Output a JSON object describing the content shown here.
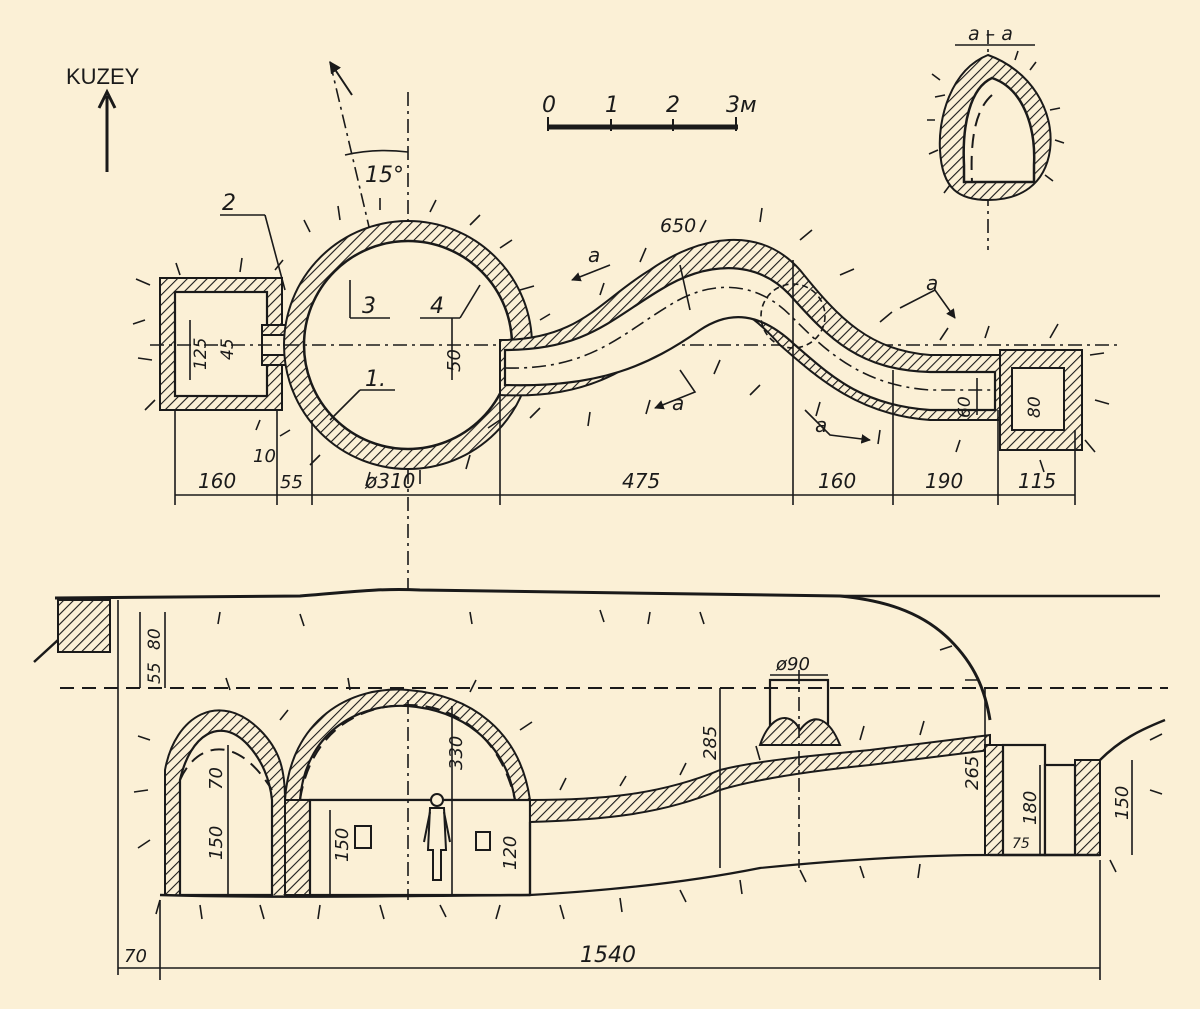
{
  "north_label": "KUZEY",
  "scale": {
    "ticks": [
      "0",
      "1",
      "2",
      "3м"
    ]
  },
  "section_label": "a – a",
  "plan_callouts": [
    "1.",
    "2",
    "3",
    "4",
    "a",
    "a",
    "a",
    "a"
  ],
  "plan_inner_dims": {
    "room_w": "125",
    "room_h": "45",
    "circle_gap": "50",
    "curve": "650",
    "tunnel_60": "60",
    "end_80": "80",
    "angle": "15°"
  },
  "plan_bottom_dims": [
    "160",
    "10",
    "55",
    "ø310",
    "475",
    "160",
    "190",
    "115"
  ],
  "section_dims": {
    "top_80": "80",
    "top_55": "55",
    "left_70": "70",
    "left_150": "150",
    "door_150": "150",
    "dome_330": "330",
    "dome_120": "120",
    "mid_285": "285",
    "shaft": "ø90",
    "right_265": "265",
    "right_180": "180",
    "right_150": "150",
    "right_75": "75",
    "bottom_70": "70",
    "total": "1540"
  }
}
